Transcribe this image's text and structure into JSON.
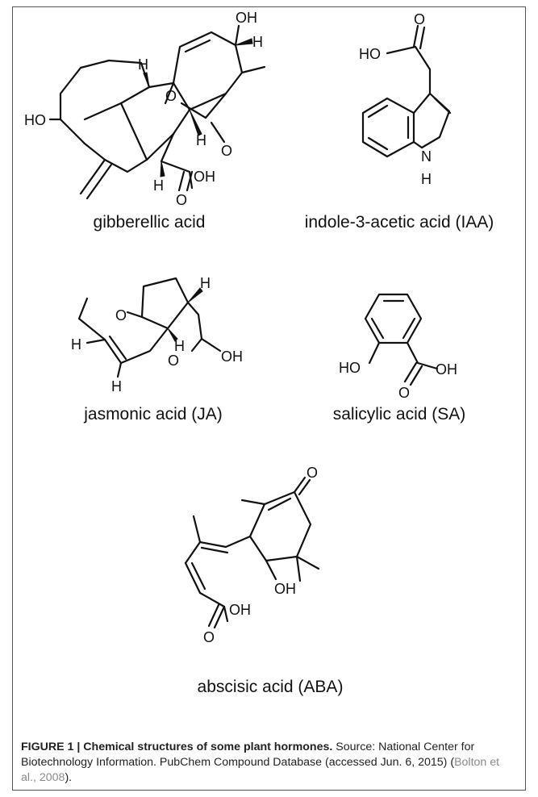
{
  "compounds": [
    {
      "name": "gibberellic acid"
    },
    {
      "name": "indole-3-acetic acid (IAA)"
    },
    {
      "name": "jasmonic acid (JA)"
    },
    {
      "name": "salicylic acid (SA)"
    },
    {
      "name": "abscisic acid (ABA)"
    }
  ],
  "atoms": {
    "oh": "OH",
    "ho": "HO",
    "o": "O",
    "h": "H",
    "n": "N",
    "nh_h": "H"
  },
  "caption": {
    "lead": "FIGURE 1 | Chemical structures of some plant hormones.",
    "body": " Source: National Center for Biotechnology Information. PubChem Compound Database (accessed Jun. 6, 2015) (",
    "ref": "Bolton et al., 2008",
    "tail": ")."
  }
}
